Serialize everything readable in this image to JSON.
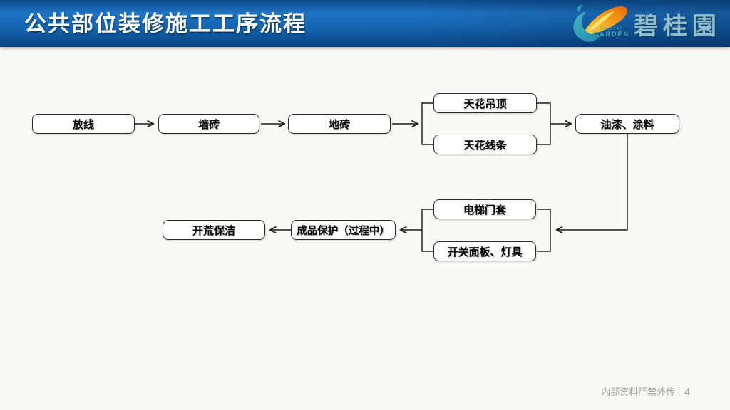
{
  "header": {
    "title": "公共部位装修施工工序流程",
    "logo": {
      "name": "碧桂園",
      "subtext_line1": "COUNTRY",
      "subtext_line2": "GARDEN"
    }
  },
  "flowchart": {
    "nodes": [
      {
        "id": "set-out-lines",
        "label": "放线"
      },
      {
        "id": "wall-tiles",
        "label": "墙砖"
      },
      {
        "id": "floor-tiles",
        "label": "地砖"
      },
      {
        "id": "ceiling-suspension",
        "label": "天花吊顶"
      },
      {
        "id": "ceiling-moulding",
        "label": "天花线条"
      },
      {
        "id": "paint-coating",
        "label": "油漆、涂料"
      },
      {
        "id": "elevator-door-frame",
        "label": "电梯门套"
      },
      {
        "id": "switch-panels-lamps",
        "label": "开关面板、灯具"
      },
      {
        "id": "product-protection",
        "label": "成品保护（过程中）"
      },
      {
        "id": "rough-cleaning",
        "label": "开荒保洁"
      }
    ]
  },
  "footer": {
    "notice": "内部资料严禁外传",
    "page": "4"
  },
  "colors": {
    "header_blue_top": "#1e74c4",
    "header_blue_bottom": "#0a4787",
    "logo_teal": "#2f9db5",
    "logo_orange": "#f59a1d",
    "logo_name_color": "#8fbecb",
    "node_border": "#2b2b2b",
    "node_background": "#ffffff",
    "connector": "#1a1a1a",
    "footer_gray": "#9e9e9e",
    "slide_background": "#f8f8f6"
  }
}
